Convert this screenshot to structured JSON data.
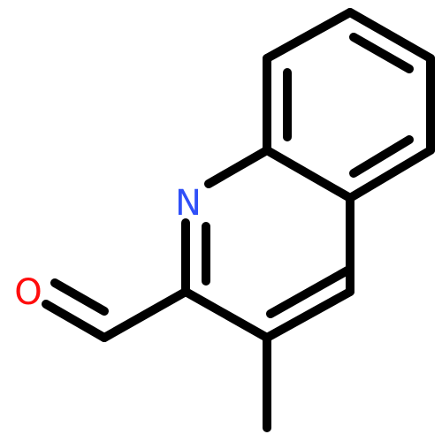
{
  "molecule": {
    "atoms": [
      {
        "id": "N",
        "label": "N",
        "color": "#3050F8"
      },
      {
        "id": "O",
        "label": "O",
        "color": "#FF0D0D"
      }
    ]
  },
  "colors": {
    "bond": "#000000",
    "background": "#ffffff"
  }
}
